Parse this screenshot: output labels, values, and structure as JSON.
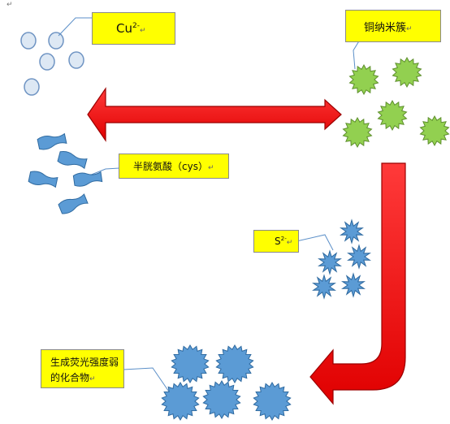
{
  "labels": {
    "copper_ion_base": "Cu",
    "copper_ion_charge": "2-",
    "copper_nanoclusters": "铜纳米簇",
    "cysteine": "半胱氨酸（cys）",
    "sulfide_base": "S",
    "sulfide_charge": "2-",
    "product_line1": "生成荧光强度弱",
    "product_line2": "的化合物"
  },
  "marks": {
    "paragraph": "↵",
    "line_break": "↵"
  },
  "colors": {
    "label_fill": "#ffff00",
    "arrow": "#ff0000",
    "copper_ion_fill": "#dde8f4",
    "nanocluster_fill": "#92d050",
    "cysteine_fill": "#5b9bd5",
    "product_fill": "#5b9bd5",
    "leader_line": "#5b8fc8"
  }
}
